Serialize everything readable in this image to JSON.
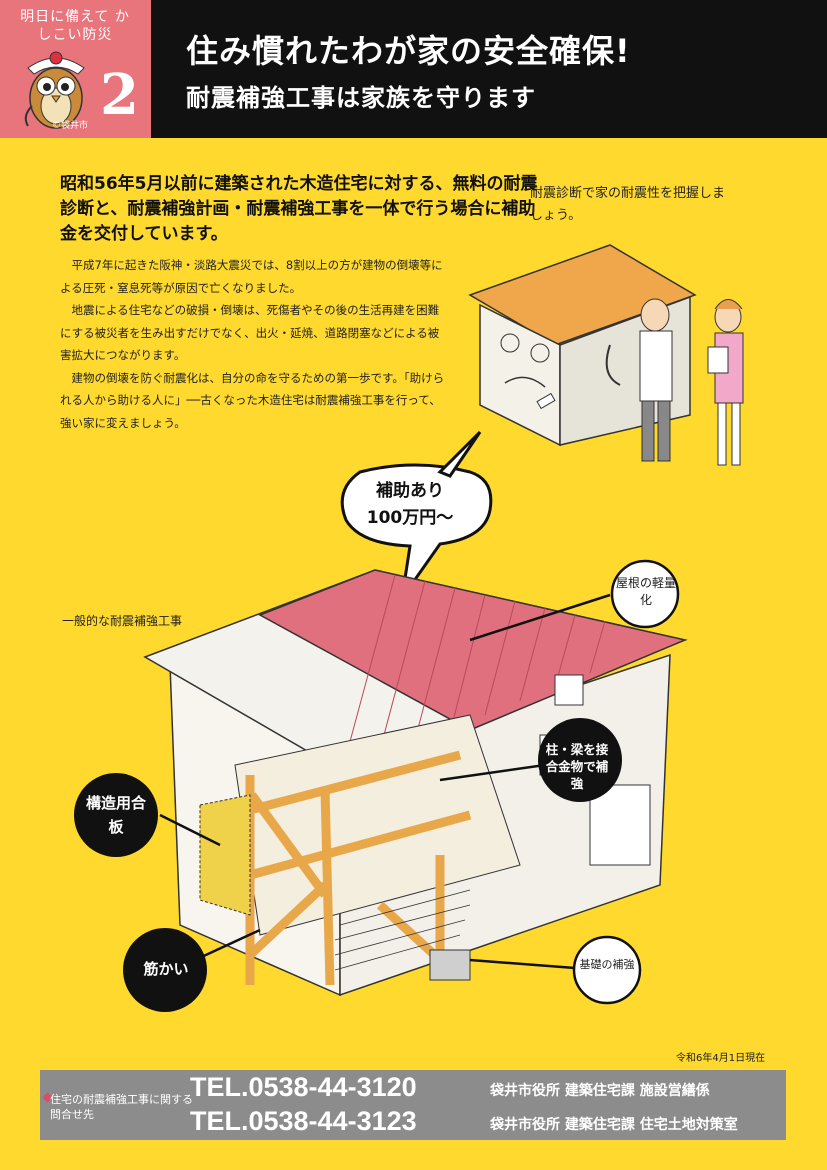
{
  "header": {
    "series": "明日に備えて かしこい防災",
    "number": "2",
    "copyright": "©袋井市",
    "title": "住み慣れたわが家の安全確保!",
    "subtitle": "耐震補強工事は家族を守ります"
  },
  "lead": "昭和56年5月以前に建築された木造住宅に対する、無料の耐震診断と、耐震補強計画・耐震補強工事を一体で行う場合に補助金を交付しています。",
  "body": {
    "p1": "平成7年に起きた阪神・淡路大震災では、8割以上の方が建物の倒壊等による圧死・窒息死等が原因で亡くなりました。",
    "p2": "地震による住宅などの破損・倒壊は、死傷者やその後の生活再建を困難にする被災者を生み出すだけでなく、出火・延焼、道路閉塞などによる被害拡大につながります。",
    "p3": "建物の倒壊を防ぐ耐震化は、自分の命を守るための第一歩です。「助けられる人から助ける人に」──古くなった木造住宅は耐震補強工事を行って、強い家に変えましょう。"
  },
  "diagnosis_note": "耐震診断で家の耐震性を把握しましょう。",
  "bubble": {
    "line1": "補助あり",
    "line2": "100万円〜"
  },
  "illustration": {
    "general_label": "一般的な耐震補強工事",
    "roof": "屋根の軽量化",
    "column": "柱・梁を接合金物で補強",
    "plywood": "構造用合板",
    "brace": "筋かい",
    "foundation": "基礎の補強"
  },
  "date": "令和6年4月1日現在",
  "contact": {
    "description": "住宅の耐震補強工事に関する問合せ先",
    "tel1": "TEL.0538-44-3120",
    "dept1": "袋井市役所 建築住宅課 施設営繕係",
    "tel2": "TEL.0538-44-3123",
    "dept2": "袋井市役所 建築住宅課 住宅土地対策室"
  },
  "colors": {
    "background": "#ffd92e",
    "header_pink": "#e8747c",
    "header_black": "#111111",
    "roof_pink": "#e0707e",
    "wood": "#e8a84a",
    "contact_gray": "#8c8c8c"
  }
}
